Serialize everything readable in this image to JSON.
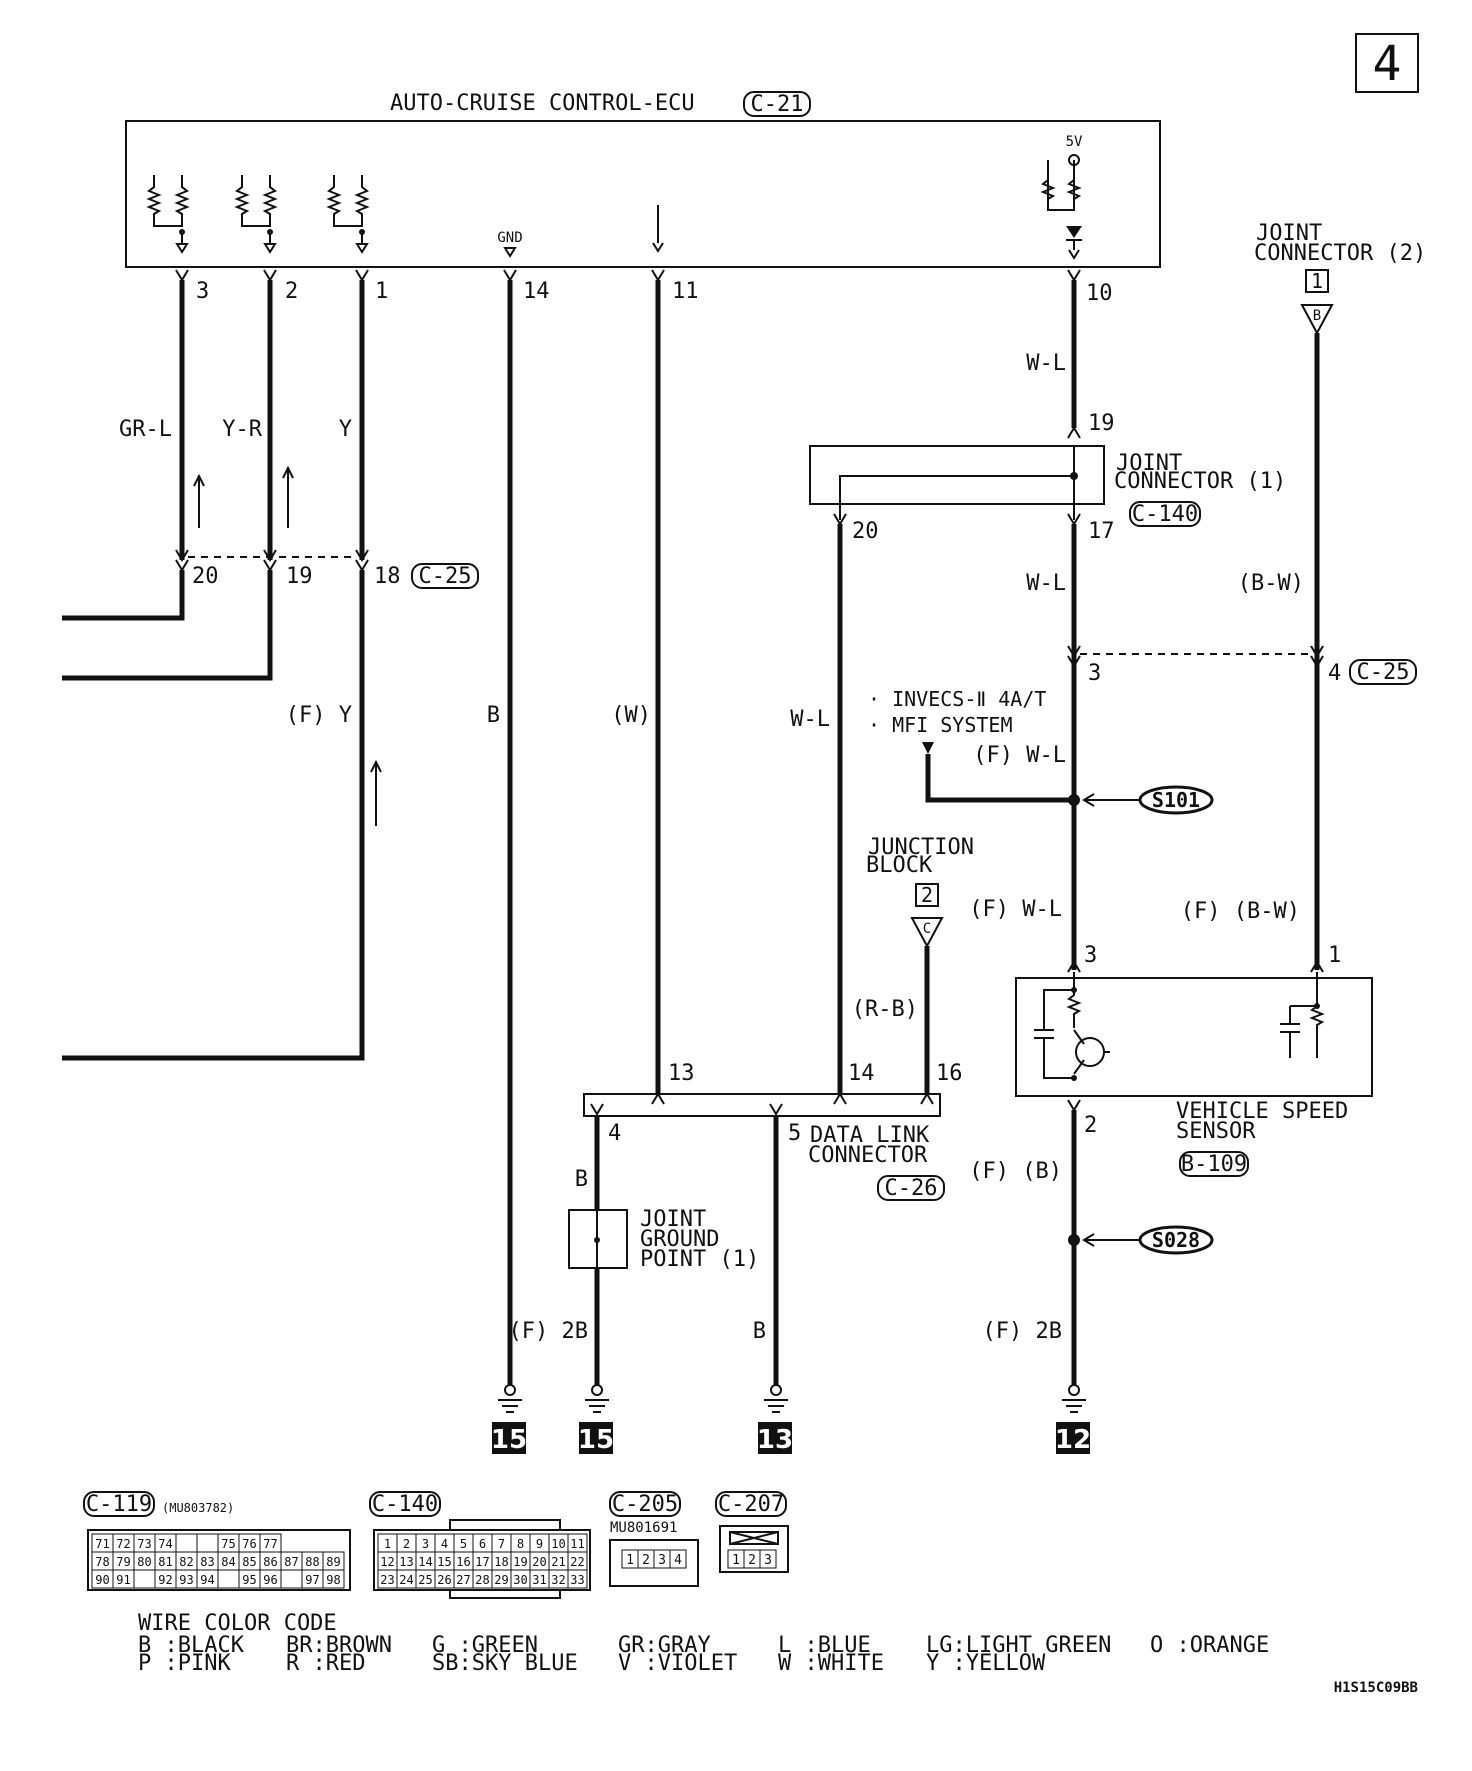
{
  "page_number": "4",
  "ecu": {
    "title": "AUTO-CRUISE CONTROL-ECU",
    "connector": "C-21",
    "gnd_label": "GND",
    "supply_label": "5V",
    "pins": [
      "3",
      "2",
      "1",
      "14",
      "11",
      "10"
    ]
  },
  "joint_connector_2": {
    "line1": "JOINT",
    "line2": "CONNECTOR (2)",
    "num": "1",
    "letter": "B"
  },
  "joint_connector_1": {
    "line1": "JOINT",
    "line2": "CONNECTOR (1)",
    "connector": "C-140",
    "pins": [
      "19",
      "17",
      "20"
    ]
  },
  "wires": {
    "gr_l": "GR-L",
    "y_r": "Y-R",
    "y": "Y",
    "w_l_top": "W-L",
    "w_l_mid": "W-L",
    "b_w": "(B-W)",
    "f_y": "(F) Y",
    "b": "B",
    "w": "(W)",
    "w_l_dlc": "W-L",
    "f_w_l_1": "(F) W-L",
    "f_w_l_2": "(F) W-L",
    "f_b_w": "(F) (B-W)",
    "r_b": "(R-B)",
    "b_jgp": "B",
    "f_2b_left": "(F) 2B",
    "b_pin5": "B",
    "f_b": "(F) (B)",
    "f_2b_right": "(F) 2B"
  },
  "c25_left": {
    "pins": [
      "20",
      "19",
      "18"
    ],
    "connector": "C-25"
  },
  "c25_right": {
    "pins": [
      "3",
      "4"
    ],
    "connector": "C-25"
  },
  "invecs": {
    "line1": "· INVECS-Ⅱ 4A/T",
    "line2": "· MFI SYSTEM"
  },
  "splices": {
    "s101": "S101",
    "s028": "S028"
  },
  "junction_block": {
    "line1": "JUNCTION",
    "line2": "BLOCK",
    "num": "2",
    "letter": "C"
  },
  "vss": {
    "line1": "VEHICLE SPEED",
    "line2": "SENSOR",
    "connector": "B-109",
    "pins": [
      "3",
      "1",
      "2"
    ]
  },
  "dlc": {
    "line1": "DATA LINK",
    "line2": "CONNECTOR",
    "connector": "C-26",
    "pins": [
      "13",
      "14",
      "16",
      "4",
      "5"
    ]
  },
  "jgp": {
    "line1": "JOINT",
    "line2": "GROUND",
    "line3": "POINT (1)"
  },
  "grounds": [
    "15",
    "15",
    "13",
    "12"
  ],
  "connectors_legend": {
    "c119": {
      "label": "C-119",
      "part": "(MU803782)",
      "rows": [
        [
          "71",
          "72",
          "73",
          "74",
          "",
          "",
          "75",
          "76",
          "77"
        ],
        [
          "78",
          "79",
          "80",
          "81",
          "82",
          "83",
          "84",
          "85",
          "86",
          "87",
          "88",
          "89"
        ],
        [
          "90",
          "91",
          "",
          "92",
          "93",
          "94",
          "",
          "95",
          "96",
          "",
          "97",
          "98"
        ]
      ]
    },
    "c140": {
      "label": "C-140",
      "rows": [
        [
          "1",
          "2",
          "3",
          "4",
          "5",
          "6",
          "7",
          "8",
          "9",
          "10",
          "11"
        ],
        [
          "12",
          "13",
          "14",
          "15",
          "16",
          "17",
          "18",
          "19",
          "20",
          "21",
          "22"
        ],
        [
          "23",
          "24",
          "25",
          "26",
          "27",
          "28",
          "29",
          "30",
          "31",
          "32",
          "33"
        ]
      ]
    },
    "c205": {
      "label": "C-205",
      "part": "MU801691",
      "pins": [
        "1",
        "2",
        "3",
        "4"
      ]
    },
    "c207": {
      "label": "C-207",
      "pins": [
        "1",
        "2",
        "3"
      ]
    }
  },
  "color_code": {
    "title": "WIRE COLOR CODE",
    "row1": [
      "B :BLACK",
      "BR:BROWN",
      "G :GREEN",
      "GR:GRAY",
      "L :BLUE",
      "LG:LIGHT GREEN",
      "O :ORANGE"
    ],
    "row2": [
      "P :PINK",
      "R :RED",
      "SB:SKY BLUE",
      "V :VIOLET",
      "W :WHITE",
      "Y :YELLOW"
    ]
  },
  "doc_code": "H1S15C09BB"
}
